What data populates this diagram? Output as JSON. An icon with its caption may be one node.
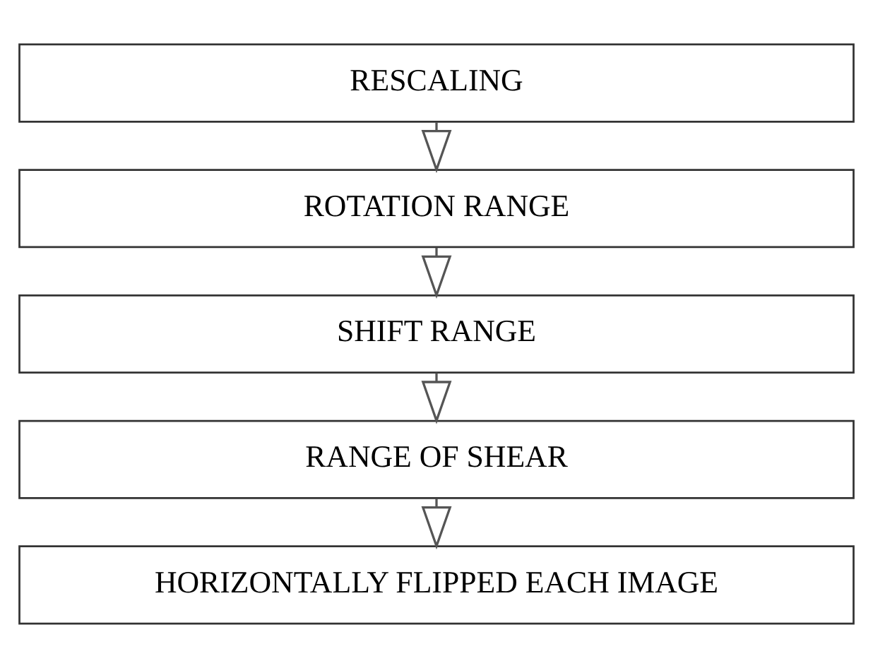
{
  "diagram": {
    "nodes": [
      {
        "text": [
          "RESCALING"
        ]
      },
      {
        "text": [
          "ROTATION RANGE"
        ]
      },
      {
        "text": [
          "SHIFT RANGE"
        ]
      },
      {
        "text": [
          "RANGE OF SHEAR"
        ]
      },
      {
        "text": [
          "HORIZONTALLY FLIPPED EACH IMAGE"
        ]
      }
    ],
    "edges": [
      {
        "from": 0,
        "to": 1,
        "arrow": "to"
      },
      {
        "from": 1,
        "to": 2,
        "arrow": "to"
      },
      {
        "from": 2,
        "to": 3,
        "arrow": "to"
      },
      {
        "from": 3,
        "to": 4,
        "arrow": "to"
      }
    ]
  }
}
